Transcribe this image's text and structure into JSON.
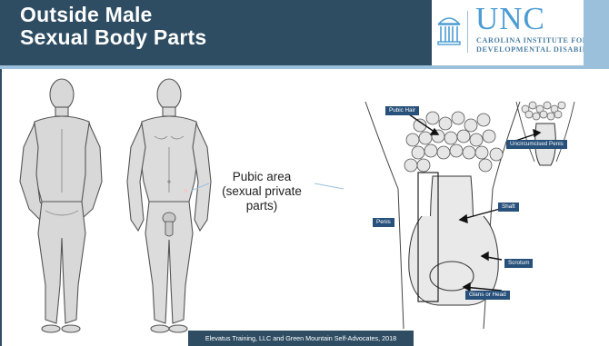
{
  "slide": {
    "title_lines": [
      "Outside Male",
      "Sexual Body Parts"
    ]
  },
  "logo": {
    "wordmark": "UNC",
    "institute_lines": [
      "CAROLINA INSTITUTE FOR",
      "DEVELOPMENTAL DISABILITIES"
    ]
  },
  "callout": {
    "lines": [
      "Pubic area",
      "(sexual private",
      "parts)"
    ]
  },
  "diagram_labels": {
    "pubic_hair": "Pubic Hair",
    "uncircumcised": "Uncircumcised Penis",
    "shaft": "Shaft",
    "penis": "Penis",
    "scrotum": "Scrotum",
    "glans": "Glans or Head"
  },
  "credit": "Elevatus Training, LLC and Green Mountain Self-Advocates, 2018",
  "colors": {
    "header_bg": "#2e4d63",
    "accent_light": "#9bc0db",
    "unc_blue": "#4b9cd3",
    "label_bg": "#27507a"
  }
}
